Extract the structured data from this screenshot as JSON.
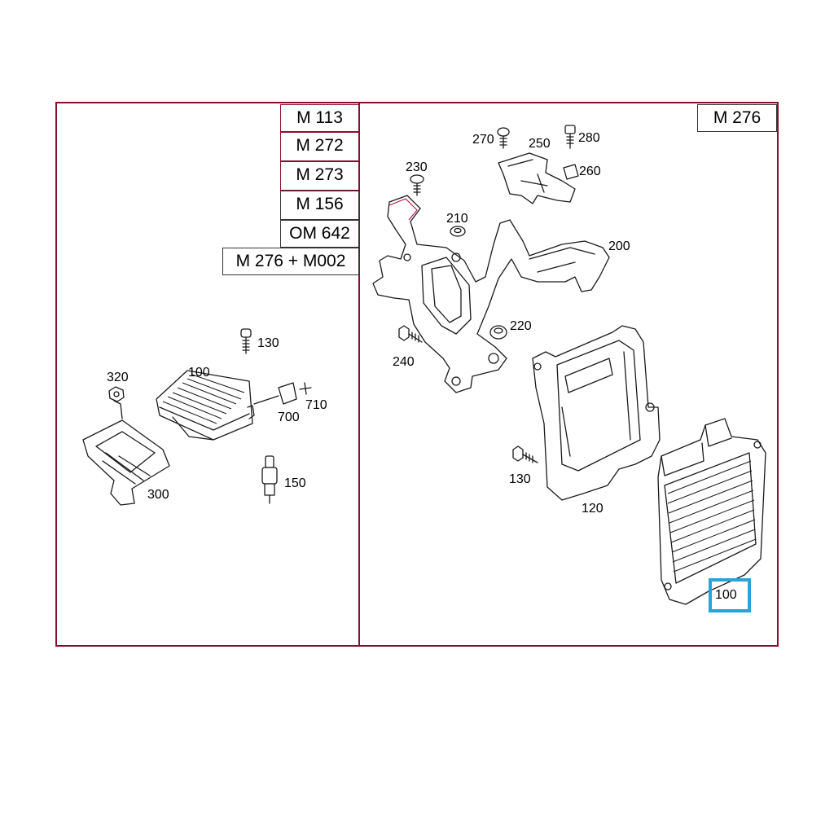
{
  "engines_left": [
    "M 113",
    "M 272",
    "M 273",
    "M 156",
    "OM 642",
    "M 276 + M002"
  ],
  "engine_right": "M 276",
  "callouts_left": {
    "c130": "130",
    "c100": "100",
    "c320": "320",
    "c710": "710",
    "c700": "700",
    "c150": "150",
    "c300": "300"
  },
  "callouts_right": {
    "c270": "270",
    "c250": "250",
    "c280": "280",
    "c230": "230",
    "c260": "260",
    "c210": "210",
    "c200": "200",
    "c220": "220",
    "c240": "240",
    "c130": "130",
    "c120": "120"
  },
  "highlight_label": "100",
  "colors": {
    "frame": "#8a0d2e",
    "highlight": "#2aa3d8"
  }
}
